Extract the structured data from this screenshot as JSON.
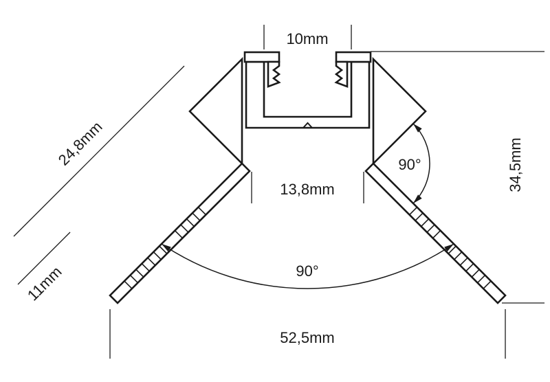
{
  "dimensions": {
    "top_slot": "10mm",
    "sloped_face": "24,8mm",
    "channel_base": "13,8mm",
    "overall_height": "34,5mm",
    "flange_offset": "11mm",
    "overall_width": "52,5mm"
  },
  "angles": {
    "wing_corner": "90°",
    "wing_spread": "90°"
  },
  "colors": {
    "line": "#1a1a1a",
    "background": "#ffffff"
  }
}
